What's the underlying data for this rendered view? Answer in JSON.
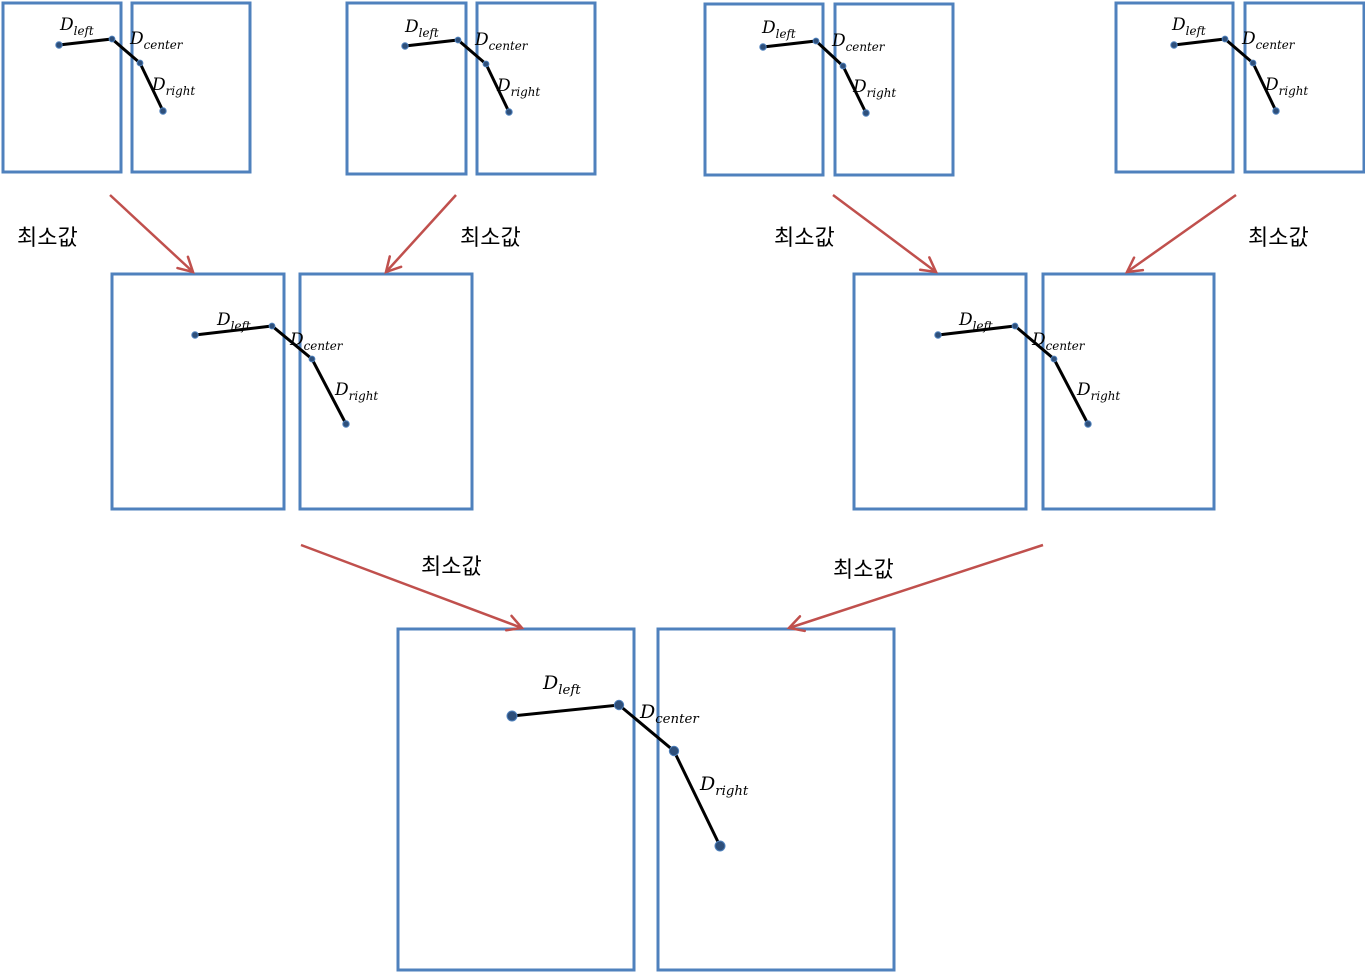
{
  "labels": {
    "left": "D",
    "left_sub": "left",
    "center": "D",
    "center_sub": "center",
    "right": "D",
    "right_sub": "right"
  },
  "min_label": "최소값",
  "colors": {
    "frame": "#4f81bd",
    "arrow": "#c0504d",
    "line": "#000000",
    "point": "#2e4f7a"
  }
}
